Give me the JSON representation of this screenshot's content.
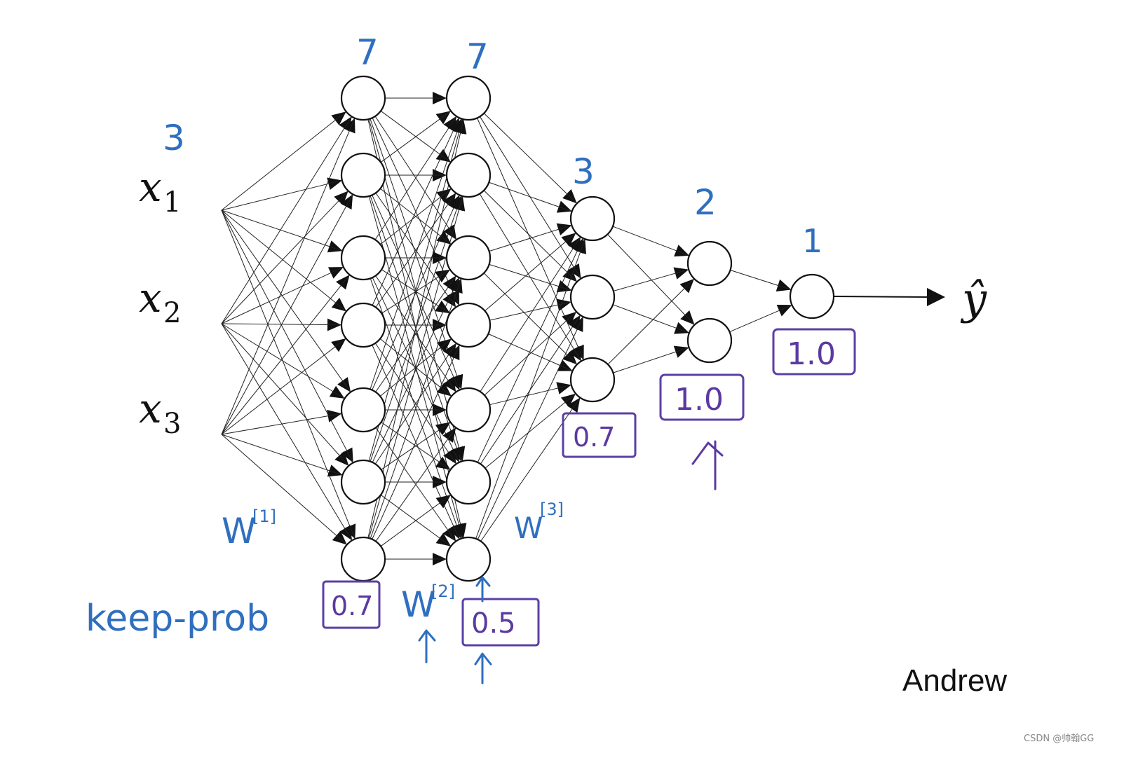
{
  "inputs": [
    {
      "base": "x",
      "sub": "1"
    },
    {
      "base": "x",
      "sub": "2"
    },
    {
      "base": "x",
      "sub": "3"
    }
  ],
  "output_label": "ŷ",
  "layer_size_notes": [
    "7",
    "7",
    "3",
    "2",
    "1"
  ],
  "input_size_note": "3",
  "keep_prob_values": [
    "0.7",
    "0.5",
    "0.7",
    "1.0",
    "1.0"
  ],
  "weight_notes": [
    {
      "base": "W",
      "sup": "[1]"
    },
    {
      "base": "W",
      "sup": "[2]"
    },
    {
      "base": "W",
      "sup": "[3]"
    }
  ],
  "keep_prob_label": "keep-prob",
  "footer_text": "Andrew",
  "watermark": "CSDN @帅翰GG",
  "colors": {
    "annotation_blue": "#2f6fbf",
    "box_purple": "#5b3fa6",
    "ink": "#111111"
  }
}
